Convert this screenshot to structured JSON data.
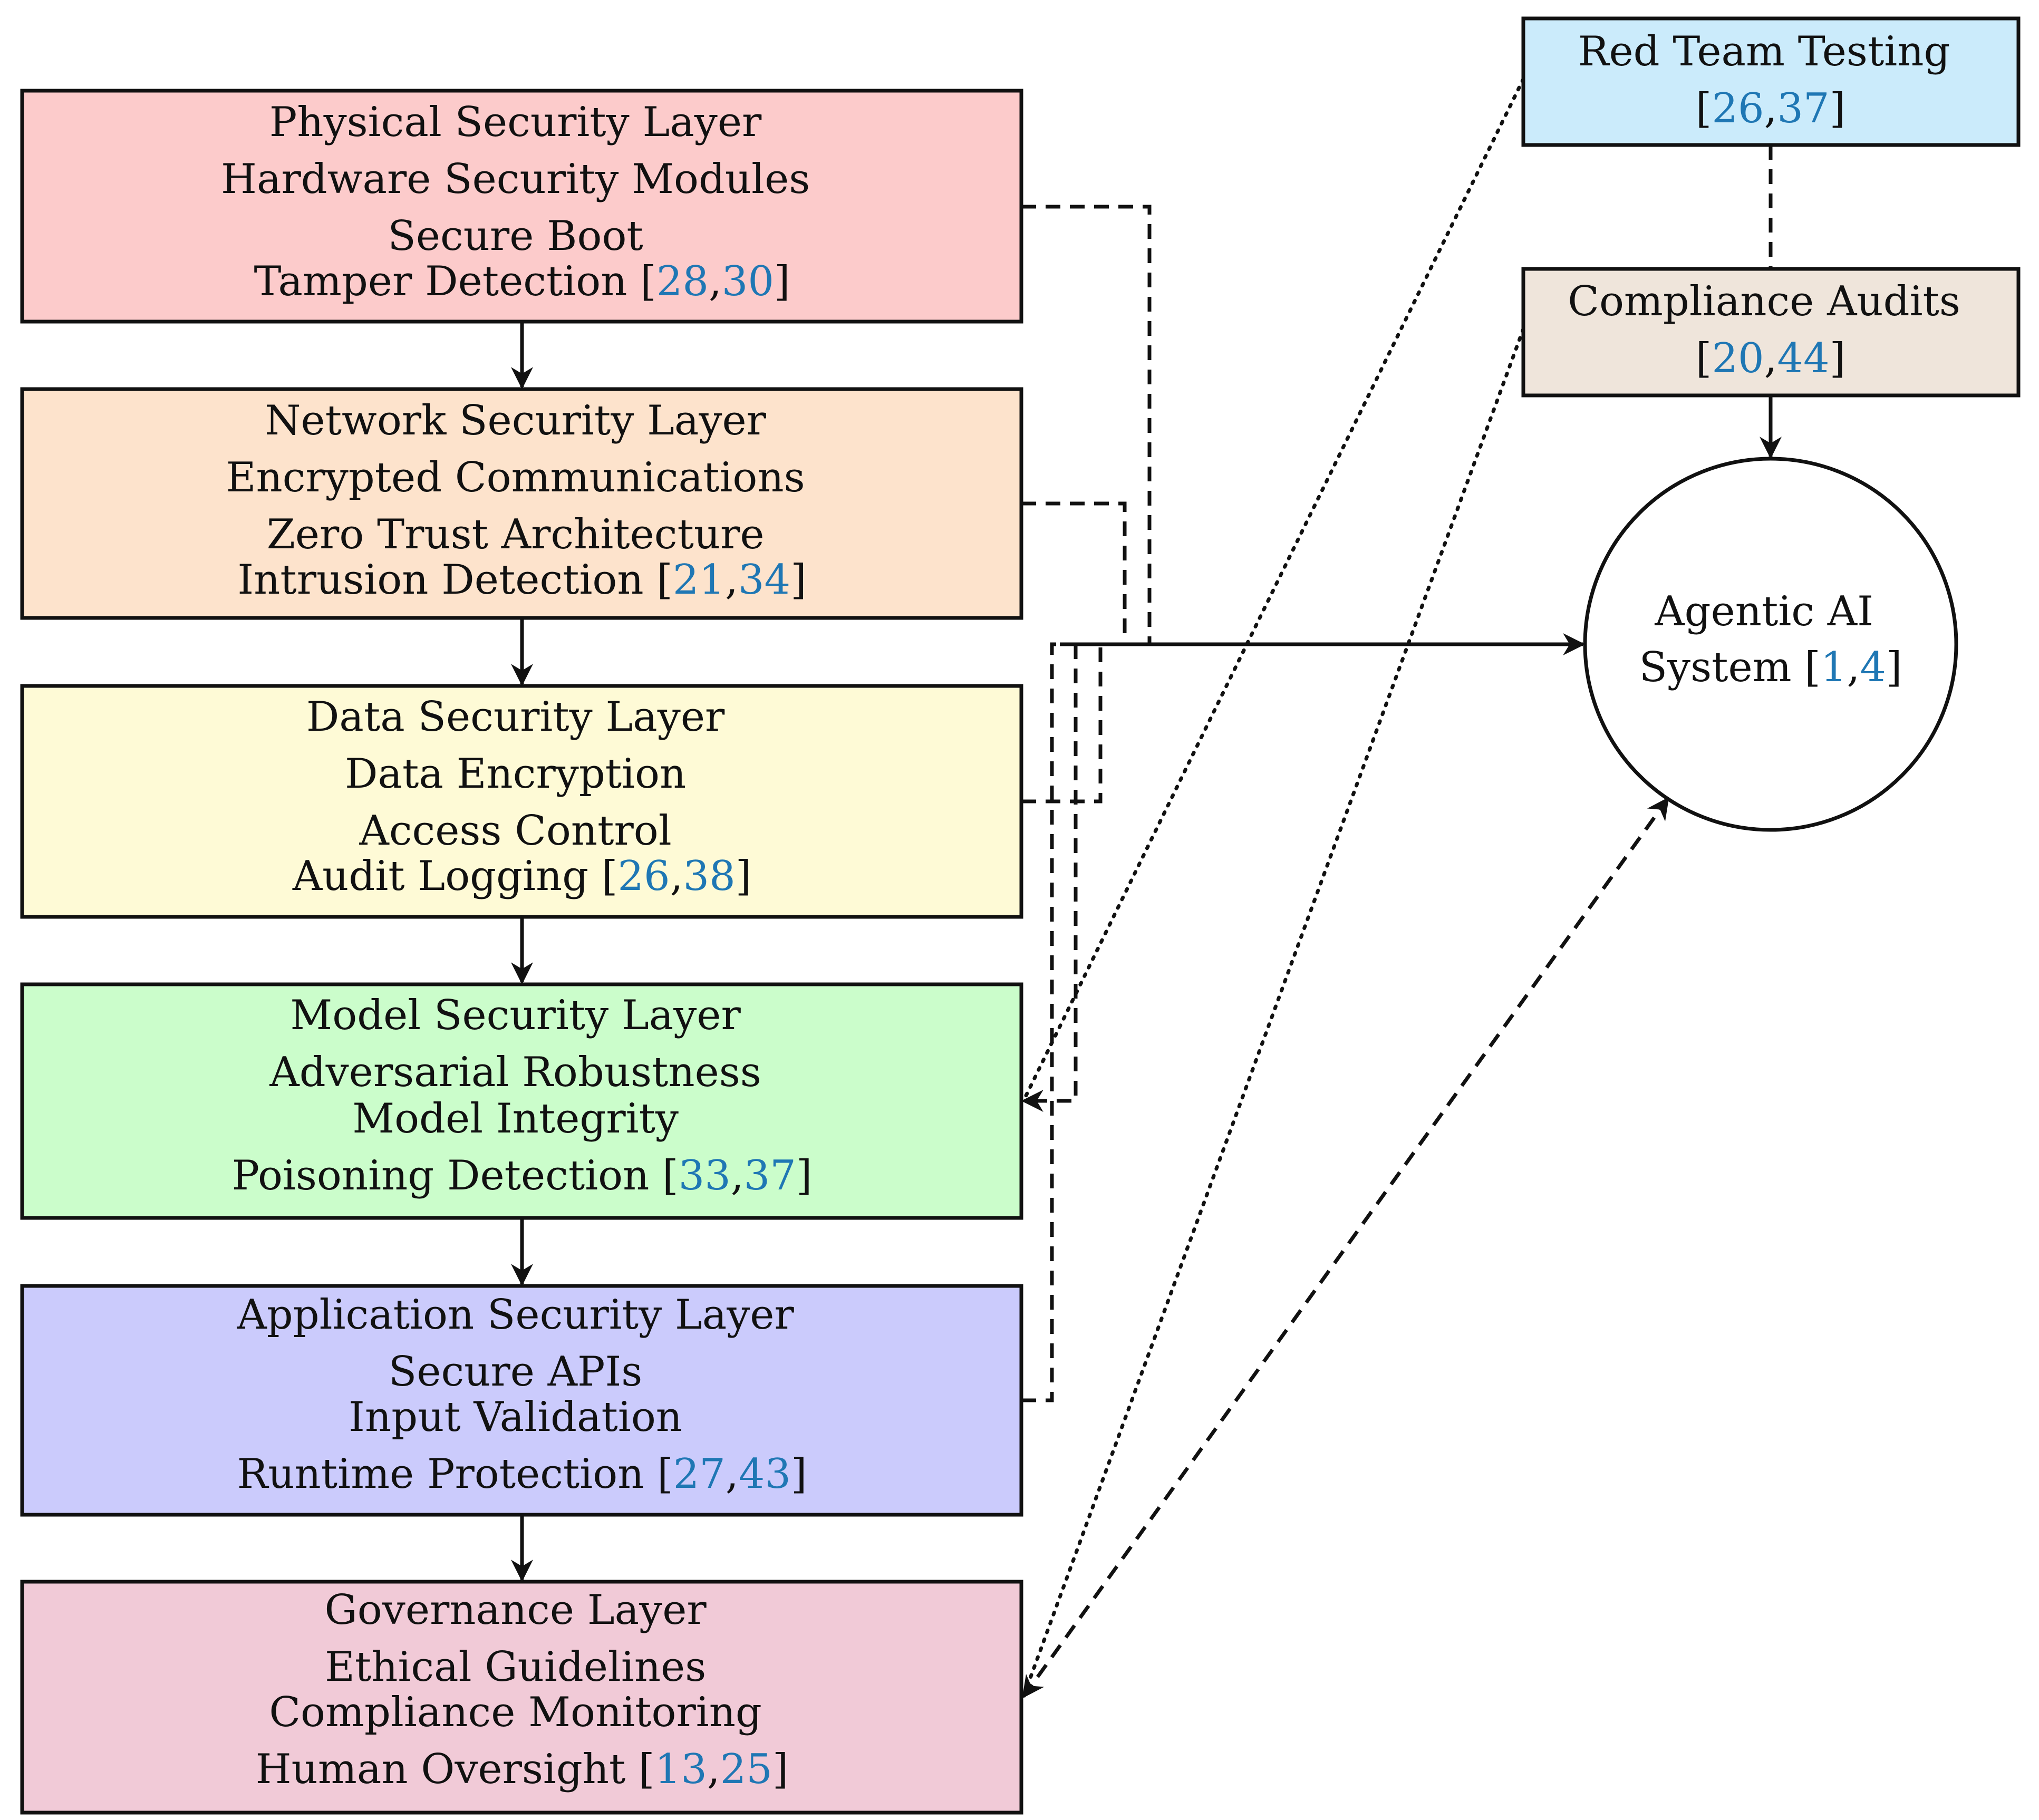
{
  "colors": {
    "physical": "#fccbcb",
    "network": "#fde3cc",
    "data": "#fefad6",
    "model": "#cbfdcb",
    "application": "#cbcbfc",
    "governance": "#f1cad7",
    "red_team": "#cbebfb",
    "compliance": "#efe5db",
    "citation": "#1f77b4",
    "stroke": "#111111"
  },
  "layers": [
    {
      "id": "physical",
      "lines": [
        "Physical Security Layer",
        "Hardware Security Modules",
        "Secure Boot"
      ],
      "last_prefix": "Tamper Detection [",
      "refs": [
        "28",
        "30"
      ]
    },
    {
      "id": "network",
      "lines": [
        "Network Security Layer",
        "Encrypted Communications",
        "Zero Trust Architecture"
      ],
      "last_prefix": "Intrusion Detection [",
      "refs": [
        "21",
        "34"
      ]
    },
    {
      "id": "data",
      "lines": [
        "Data Security Layer",
        "Data Encryption",
        "Access Control"
      ],
      "last_prefix": "Audit Logging [",
      "refs": [
        "26",
        "38"
      ]
    },
    {
      "id": "model",
      "lines": [
        "Model Security Layer",
        "Adversarial Robustness",
        "Model Integrity"
      ],
      "last_prefix": "Poisoning Detection [",
      "refs": [
        "33",
        "37"
      ]
    },
    {
      "id": "application",
      "lines": [
        "Application Security Layer",
        "Secure APIs",
        "Input Validation"
      ],
      "last_prefix": "Runtime Protection [",
      "refs": [
        "27",
        "43"
      ]
    },
    {
      "id": "governance",
      "lines": [
        "Governance Layer",
        "Ethical Guidelines",
        "Compliance Monitoring"
      ],
      "last_prefix": "Human Oversight [",
      "refs": [
        "13",
        "25"
      ]
    }
  ],
  "red_team": {
    "title": "Red Team Testing",
    "refs": [
      "26",
      "37"
    ]
  },
  "compliance": {
    "title": "Compliance Audits",
    "refs": [
      "20",
      "44"
    ]
  },
  "system": {
    "line1": "Agentic AI",
    "line2_prefix": "System [",
    "refs": [
      "1",
      "4"
    ]
  }
}
